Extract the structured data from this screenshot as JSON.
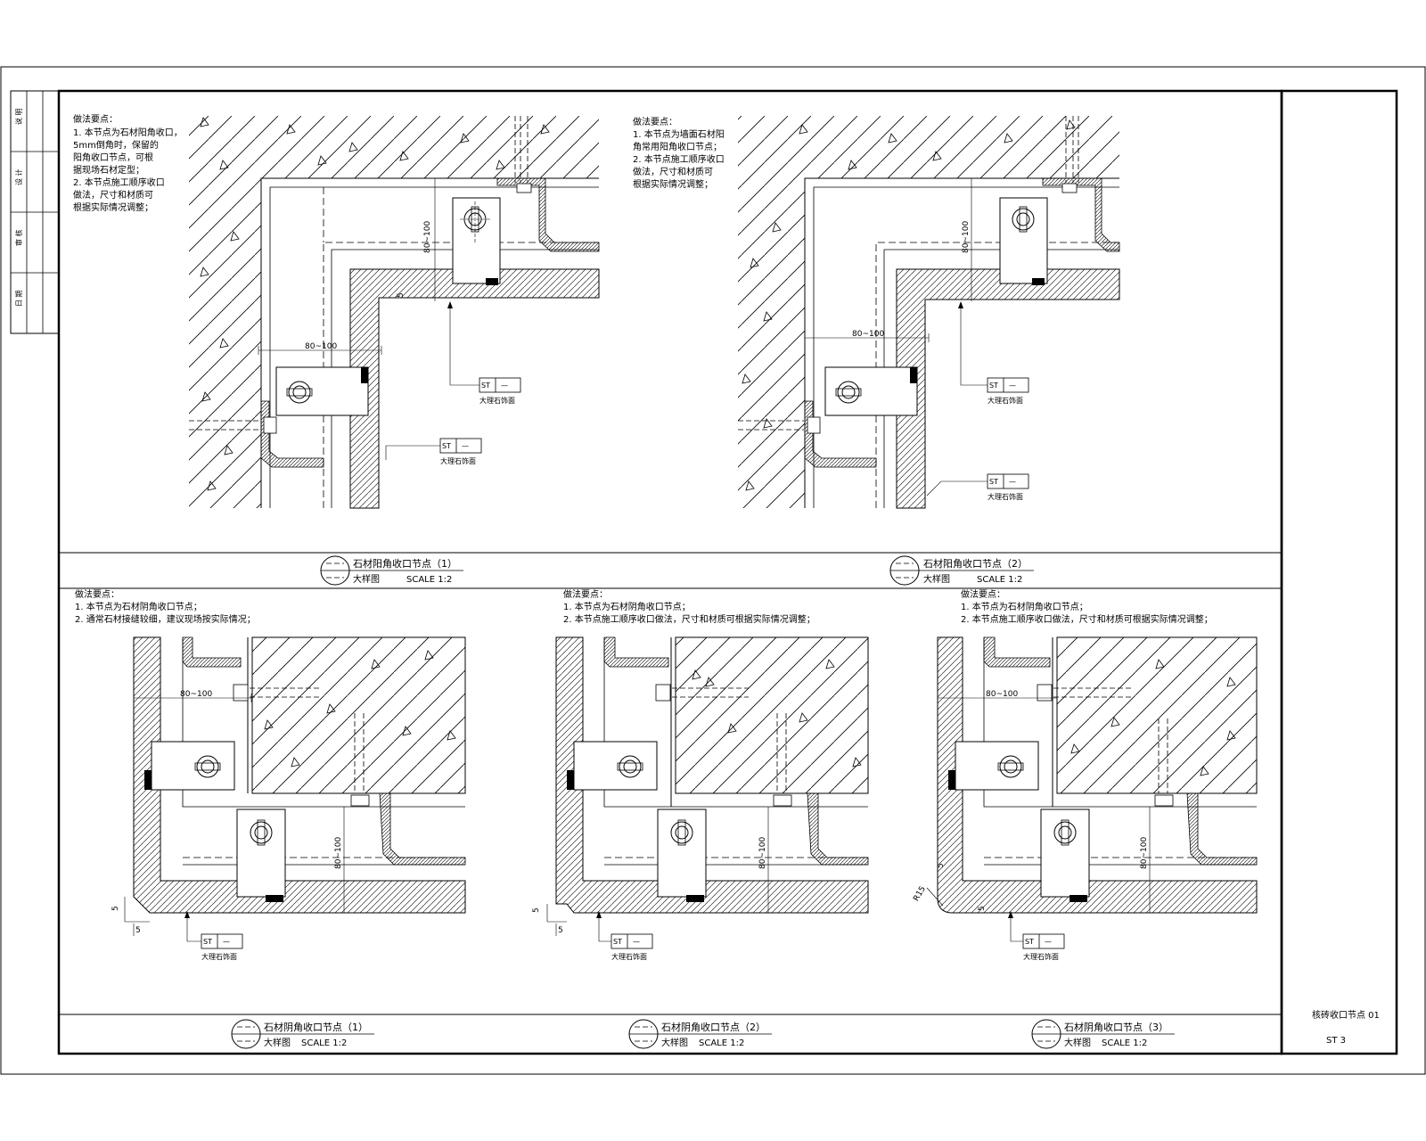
{
  "sheet": {
    "line_color": "#000000",
    "paper_color": "#ffffff",
    "title_block": {
      "drawing_title": "核砖收口节点 01",
      "drawing_no": "ST 3",
      "side_cells": [
        "说 明",
        "设 计",
        "审 核",
        "日 期"
      ]
    }
  },
  "details": [
    {
      "id": "d1",
      "notes": [
        "做法要点：",
        "1. 本节点为石材阳角收口，",
        "   5mm倒角时，保留的",
        "   阳角收口节点，可根",
        "   据现场石材定型；",
        "2. 本节点施工顺序收口",
        "   做法，尺寸和材质可",
        "   根据实际情况调整；"
      ],
      "dims": [
        "80~100",
        "80~100",
        "5"
      ],
      "tags": [
        {
          "code": "ST",
          "num": "—",
          "label": "大理石饰面"
        },
        {
          "code": "ST",
          "num": "—",
          "label": "大理石饰面"
        }
      ]
    },
    {
      "id": "d2",
      "notes": [
        "做法要点：",
        "1. 本节点为墙面石材阳",
        "   角常用阳角收口节点；",
        "2. 本节点施工顺序收口",
        "   做法，尺寸和材质可",
        "   根据实际情况调整；"
      ],
      "dims": [
        "80~100",
        "80~100"
      ],
      "tags": [
        {
          "code": "ST",
          "num": "—",
          "label": "大理石饰面"
        },
        {
          "code": "ST",
          "num": "—",
          "label": "大理石饰面"
        }
      ]
    },
    {
      "id": "d3",
      "notes": [
        "做法要点：",
        "1. 本节点为石材阴角收口节点；",
        "2. 通常石材接缝较细，建议现场按实际情况；"
      ],
      "dims": [
        "80~100",
        "80~100",
        "5",
        "5"
      ],
      "tags": [
        {
          "code": "ST",
          "num": "—",
          "label": "大理石饰面"
        }
      ]
    },
    {
      "id": "d4",
      "notes": [
        "做法要点：",
        "1. 本节点为石材阴角收口节点；",
        "2. 本节点施工顺序收口做法，尺寸和材质可根据实际情况调整；"
      ],
      "dims": [
        "80~100",
        "5",
        "5"
      ],
      "tags": [
        {
          "code": "ST",
          "num": "—",
          "label": "大理石饰面"
        }
      ]
    },
    {
      "id": "d5",
      "notes": [
        "做法要点：",
        "1. 本节点为石材阴角收口节点；",
        "2. 本节点施工顺序收口做法，尺寸和材质可根据实际情况调整；"
      ],
      "dims": [
        "80~100",
        "80~100",
        "5",
        "R15",
        "5"
      ],
      "tags": [
        {
          "code": "ST",
          "num": "—",
          "label": "大理石饰面"
        }
      ]
    }
  ],
  "titles": [
    {
      "name": "石材阳角收口节点（1）",
      "scale": "大样图",
      "scale_value": "SCALE  1:2"
    },
    {
      "name": "石材阳角收口节点（2）",
      "scale": "大样图",
      "scale_value": "SCALE  1:2"
    },
    {
      "name": "石材阴角收口节点（1）",
      "scale": "大样图",
      "scale_value": "SCALE  1:2"
    },
    {
      "name": "石材阴角收口节点（2）",
      "scale": "大样图",
      "scale_value": "SCALE  1:2"
    },
    {
      "name": "石材阴角收口节点（3）",
      "scale": "大样图",
      "scale_value": "SCALE  1:2"
    }
  ]
}
